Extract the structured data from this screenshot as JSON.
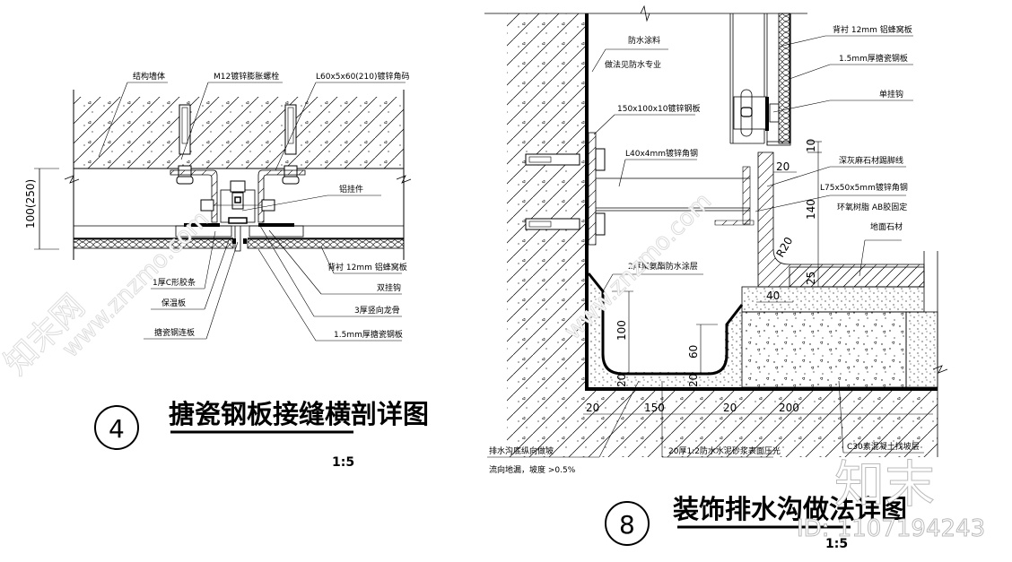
{
  "figure4": {
    "number": "4",
    "title": "搪瓷钢板接缝横剖详图",
    "scale": "1:5",
    "dimension": "100(250)",
    "labels": {
      "wall": "结构墙体",
      "bolt": "M12镀锌膨胀螺栓",
      "angle": "L60x5x60(210)镀锌角码",
      "hanger": "铝挂件",
      "honeycomb": "背衬 12mm 铝蜂窝板",
      "double_hook": "双挂钩",
      "keel": "3厚竖向龙骨",
      "enamel_plate": "1.5mm厚搪瓷钢板",
      "c_strip": "1厚C形胶条",
      "insulation": "保温板",
      "connector": "搪瓷钢连板"
    }
  },
  "figure8": {
    "number": "8",
    "title": "装饰排水沟做法详图",
    "scale": "1:5",
    "labels": {
      "waterproof_coating": "防水涂料",
      "waterproof_note": "做法见防水专业",
      "steel_plate": "150x100x10镀锌钢板",
      "angle_40": "L40x4mm镀锌角钢",
      "honeycomb": "背衬 12mm 铝蜂窝板",
      "enamel_plate": "1.5mm厚搪瓷钢板",
      "single_hook": "单挂钩",
      "skirting": "深灰麻石材踢脚线",
      "angle_75": "L75x50x5mm镀锌角钢",
      "epoxy": "环氧树脂 AB胶固定",
      "floor_stone": "地面石材",
      "pu_coating": "2厚聚氨酯防水涂层",
      "slope": "排水沟底纵向做坡",
      "slope_note": "流向地漏，坡度  >0.5%",
      "mortar": "20厚1:2防水水泥砂浆表面压光",
      "concrete": "C30素混凝土找坡层"
    },
    "dimensions": {
      "d10": "10",
      "d20_top": "20",
      "d140": "140",
      "r20": "R20",
      "d25": "25",
      "d40": "40",
      "d100": "100",
      "d60": "60",
      "d20_bl": "20",
      "d20_br": "20",
      "b20a": "20",
      "b150": "150",
      "b20b": "20",
      "b200": "200"
    }
  },
  "watermark": {
    "site": "www.znzmo.com",
    "brand": "知末网",
    "logo": "知末",
    "id": "ID: 1107194243"
  }
}
